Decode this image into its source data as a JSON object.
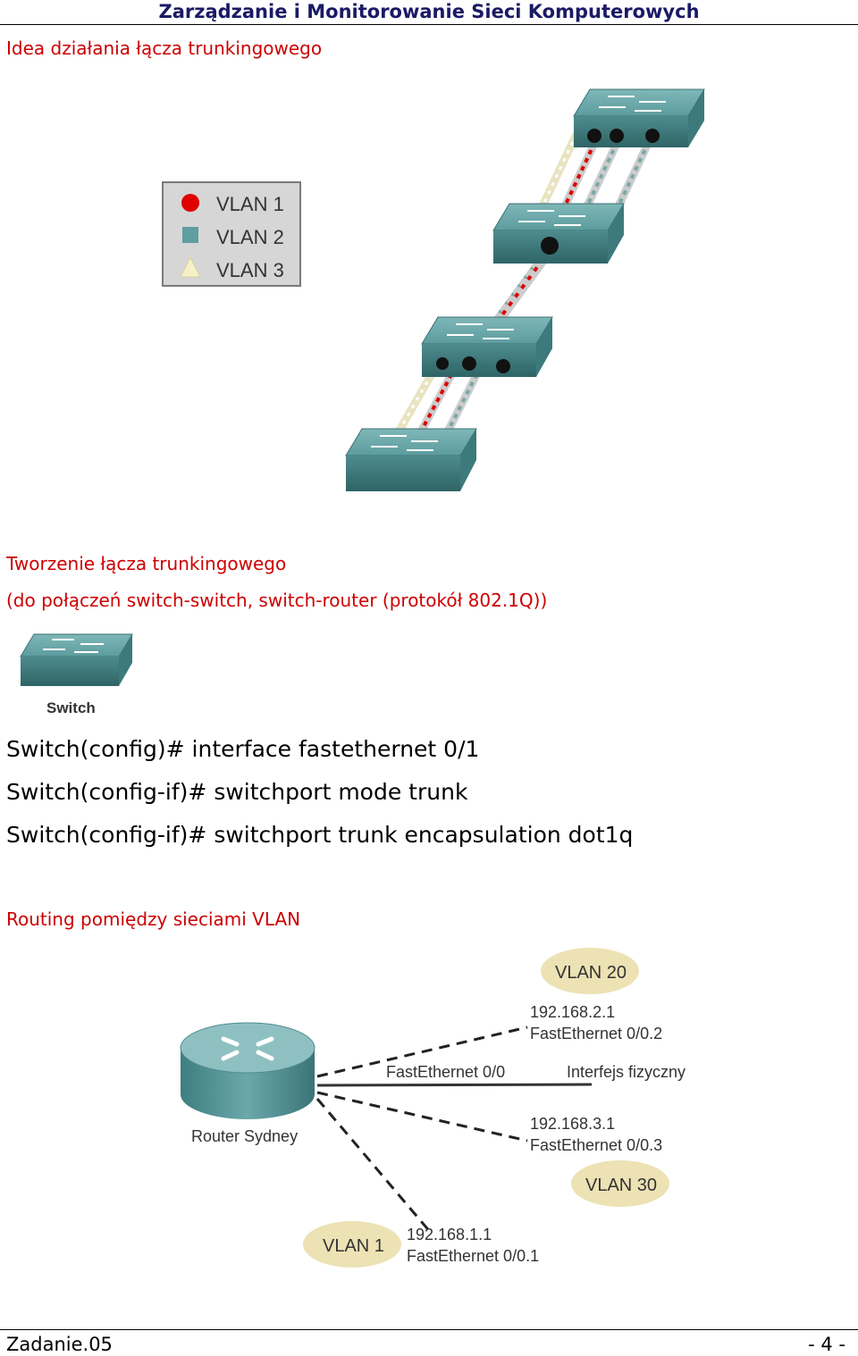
{
  "header": {
    "title": "Zarządzanie i Monitorowanie Sieci Komputerowych"
  },
  "section1": {
    "heading": "Idea działania łącza trunkingowego"
  },
  "legend": {
    "items": [
      {
        "label": "VLAN 1",
        "color": "#e00000",
        "shape": "circle"
      },
      {
        "label": "VLAN 2",
        "color": "#5f9ea0",
        "shape": "square"
      },
      {
        "label": "VLAN 3",
        "color": "#f5f0c8",
        "shape": "triangle"
      }
    ]
  },
  "section2": {
    "heading": "Tworzenie łącza trunkingowego",
    "subheading": "(do połączeń switch-switch, switch-router (protokół 802.1Q))",
    "switch_label": "Switch"
  },
  "commands": [
    "Switch(config)# interface fastethernet 0/1",
    "Switch(config-if)# switchport mode trunk",
    "Switch(config-if)# switchport trunk encapsulation dot1q"
  ],
  "section3": {
    "heading": "Routing pomiędzy sieciami VLAN"
  },
  "routing": {
    "router_label": "Router Sydney",
    "vlan20": {
      "label": "VLAN 20",
      "ip": "192.168.2.1",
      "iface": "FastEthernet  0/0.2"
    },
    "physical": {
      "iface": "FastEthernet 0/0",
      "desc": "Interfejs fizyczny"
    },
    "vlan30": {
      "label": "VLAN 30",
      "ip": "192.168.3.1",
      "iface": "FastEthernet  0/0.3"
    },
    "vlan1": {
      "label": "VLAN 1",
      "ip": "192.168.1.1",
      "iface": "FastEthernet  0/0.1"
    },
    "bubble_color": "#ece2b4",
    "device_color": "#5f9ea0"
  },
  "footer": {
    "left": "Zadanie.05",
    "right": "- 4 -"
  }
}
